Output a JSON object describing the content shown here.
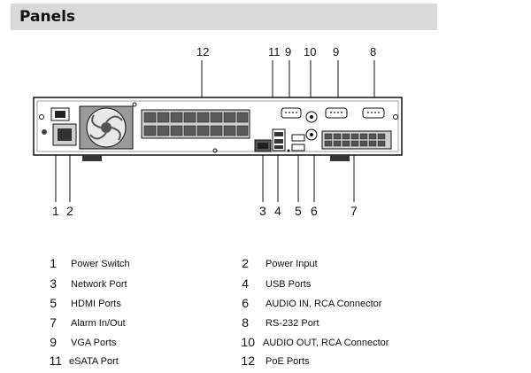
{
  "section": {
    "title": "Panels"
  },
  "callouts_top": [
    "12",
    "11",
    "9",
    "10",
    "9",
    "8"
  ],
  "callouts_bottom": [
    "1",
    "2",
    "3",
    "4",
    "5",
    "6",
    "7"
  ],
  "legend": [
    {
      "num": "1",
      "label": "Power Switch"
    },
    {
      "num": "2",
      "label": "Power Input"
    },
    {
      "num": "3",
      "label": "Network Port"
    },
    {
      "num": "4",
      "label": "USB Ports"
    },
    {
      "num": "5",
      "label": "HDMI Ports"
    },
    {
      "num": "6",
      "label": "AUDIO IN, RCA Connector"
    },
    {
      "num": "7",
      "label": "Alarm In/Out"
    },
    {
      "num": "8",
      "label": "RS-232 Port"
    },
    {
      "num": "9",
      "label": "VGA Ports"
    },
    {
      "num": "10",
      "label": "AUDIO OUT, RCA Connector"
    },
    {
      "num": "11",
      "label": "eSATA Port"
    },
    {
      "num": "12",
      "label": "PoE Ports"
    }
  ]
}
